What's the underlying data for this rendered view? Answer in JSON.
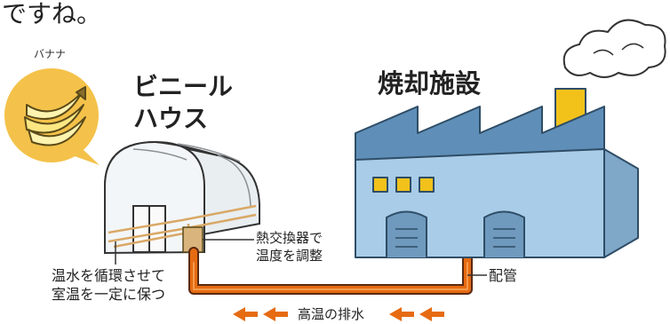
{
  "intro_text": "ですね。",
  "banana": {
    "label": "バナナ",
    "icon": "banana-icon",
    "bubble_color": "#f4c24a"
  },
  "greenhouse": {
    "title_line1": "ビニール",
    "title_line2": "ハウス"
  },
  "plant": {
    "title": "焼却施設",
    "wall_color": "#a9cde8",
    "roof_color": "#5f8fb8",
    "window_color": "#f2c21b"
  },
  "heat_exchanger": {
    "line1": "熱交換器で",
    "line2": "温度を調整"
  },
  "hot_water": {
    "line1": "温水を循環させて",
    "line2": "室温を一定に保つ"
  },
  "pipe": {
    "label": "配管",
    "color": "#e66b12"
  },
  "drainage": {
    "label": "高温の排水",
    "arrow_color": "#e66b12"
  },
  "smoke": {
    "icon": "smoke-cloud-icon"
  }
}
